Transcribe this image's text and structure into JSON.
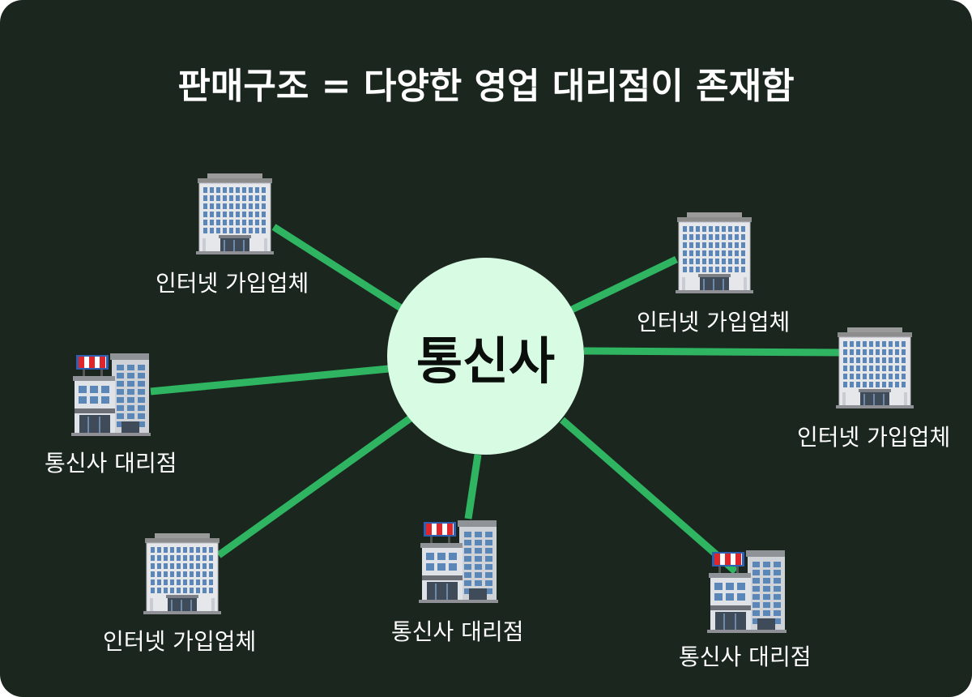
{
  "title": "판매구조 = 다양한 영업 대리점이 존재함",
  "hub": {
    "label": "통신사"
  },
  "colors": {
    "background": "#1b261f",
    "hub_fill": "#d8fbe4",
    "link": "#2fb561"
  },
  "nodes": [
    {
      "id": "n1",
      "label": "인터넷 가입업체",
      "icon": "office-building-icon"
    },
    {
      "id": "n2",
      "label": "인터넷 가입업체",
      "icon": "office-building-icon"
    },
    {
      "id": "n3",
      "label": "인터넷 가입업체",
      "icon": "office-building-icon"
    },
    {
      "id": "n4",
      "label": "통신사 대리점",
      "icon": "store-building-icon"
    },
    {
      "id": "n5",
      "label": "인터넷 가입업체",
      "icon": "office-building-icon"
    },
    {
      "id": "n6",
      "label": "통신사 대리점",
      "icon": "store-building-icon"
    },
    {
      "id": "n7",
      "label": "통신사 대리점",
      "icon": "store-building-icon"
    }
  ]
}
